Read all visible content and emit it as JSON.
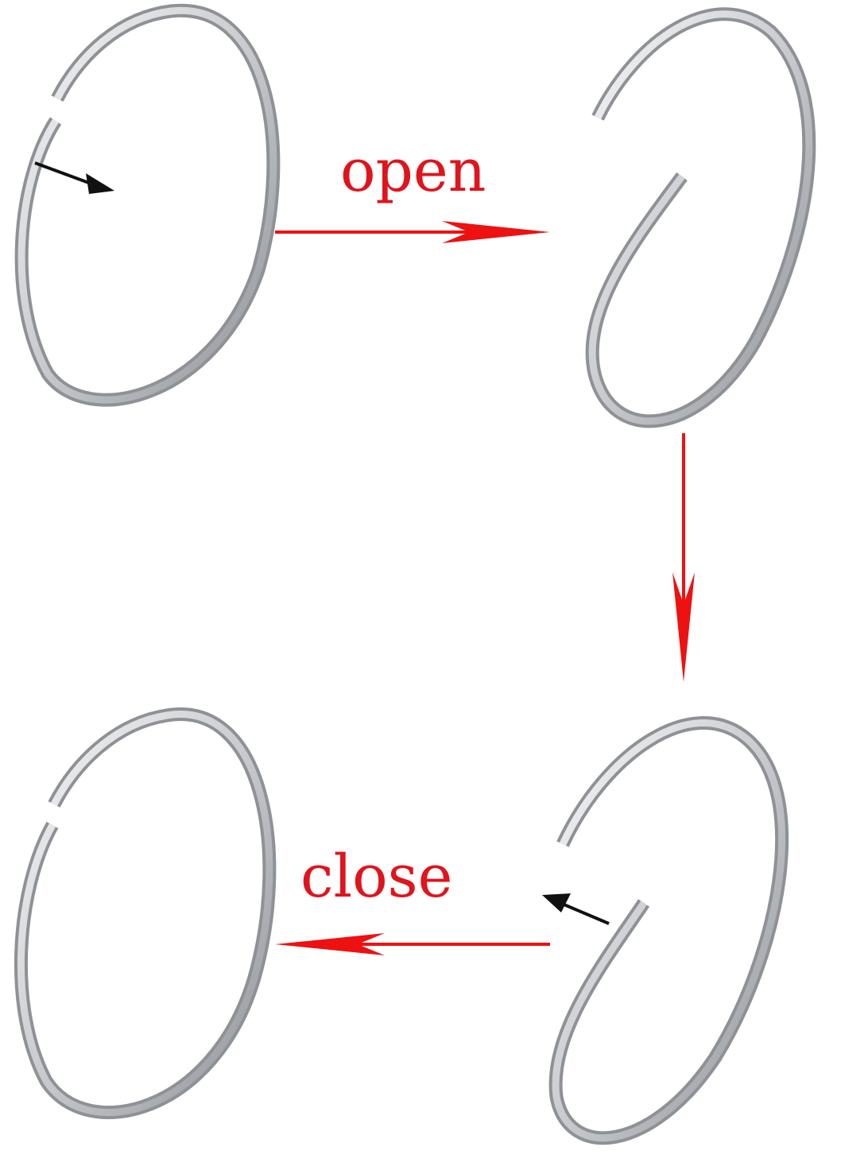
{
  "labels": {
    "open": "open",
    "close": "close"
  },
  "colors": {
    "arrow": "#ee1111",
    "label": "#e0141c",
    "pointer": "#111111",
    "ring_dark": "#8e9196",
    "ring_mid": "#c8cacd",
    "ring_light": "#f7f7f8",
    "background": "#ffffff"
  },
  "steps": [
    {
      "name": "closed-ring",
      "state": "closed"
    },
    {
      "name": "ring-twisted-open",
      "state": "open"
    },
    {
      "name": "ring-twisting-back",
      "state": "open"
    },
    {
      "name": "closed-ring-final",
      "state": "closed"
    }
  ]
}
